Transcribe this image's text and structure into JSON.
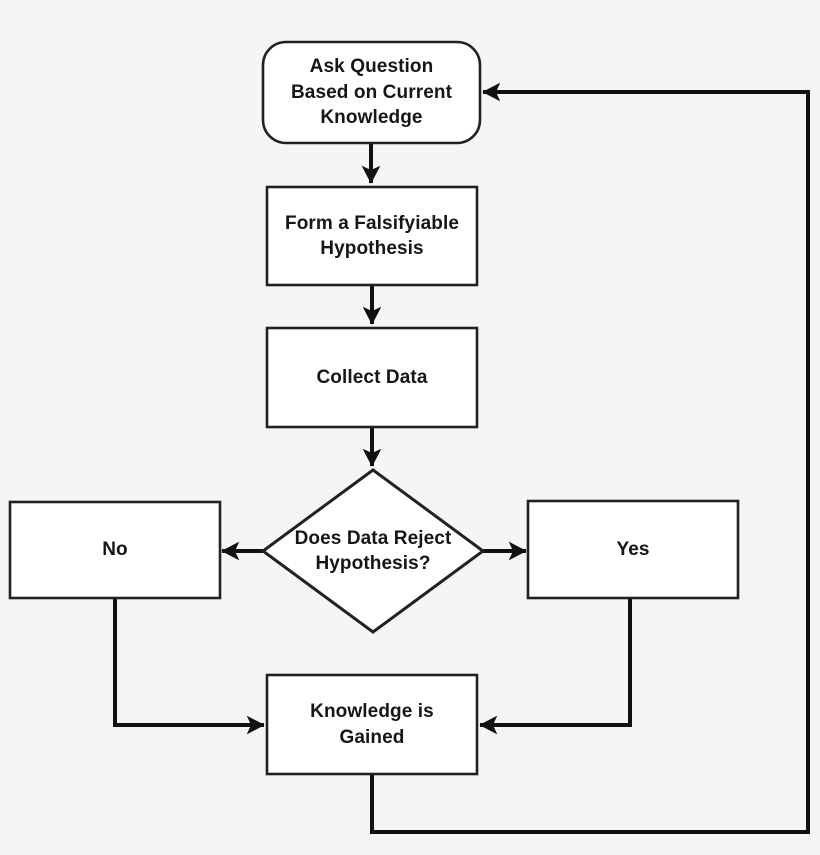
{
  "diagram": {
    "background_color": "#f5f5f5",
    "node_fill_color": "#ffffff",
    "node_border_color": "#212121",
    "arrow_color": "#111111",
    "text_color": "#161616",
    "nodes": {
      "ask": {
        "type": "rounded-rect",
        "label": "Ask Question\nBased on Current\nKnowledge"
      },
      "hypothesis": {
        "type": "rect",
        "label": "Form a Falsifyiable\nHypothesis"
      },
      "collect": {
        "type": "rect",
        "label": "Collect Data"
      },
      "decision": {
        "type": "diamond",
        "label": "Does Data Reject\nHypothesis?"
      },
      "no": {
        "type": "rect",
        "label": "No"
      },
      "yes": {
        "type": "rect",
        "label": "Yes"
      },
      "knowledge": {
        "type": "rect",
        "label": "Knowledge is\nGained"
      }
    },
    "edges": [
      {
        "from": "ask",
        "to": "hypothesis"
      },
      {
        "from": "hypothesis",
        "to": "collect"
      },
      {
        "from": "collect",
        "to": "decision"
      },
      {
        "from": "decision",
        "to": "no"
      },
      {
        "from": "decision",
        "to": "yes"
      },
      {
        "from": "no",
        "to": "knowledge"
      },
      {
        "from": "yes",
        "to": "knowledge"
      },
      {
        "from": "knowledge",
        "to": "ask"
      }
    ]
  }
}
